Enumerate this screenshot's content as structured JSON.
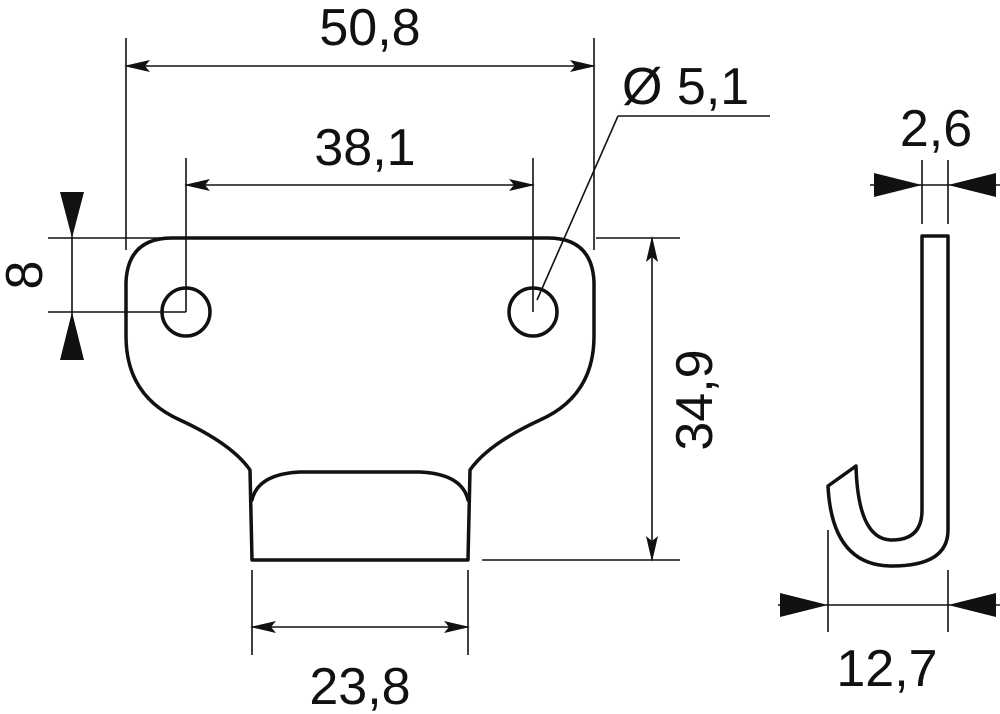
{
  "dimensions": {
    "overall_width": "50,8",
    "hole_spacing": "38,1",
    "hole_diameter": "Ø 5,1",
    "hole_offset": "8",
    "height": "34,9",
    "tab_width": "23,8",
    "hook_thickness": "2,6",
    "hook_width": "12,7"
  },
  "colors": {
    "line": "#111111",
    "background": "#ffffff"
  }
}
